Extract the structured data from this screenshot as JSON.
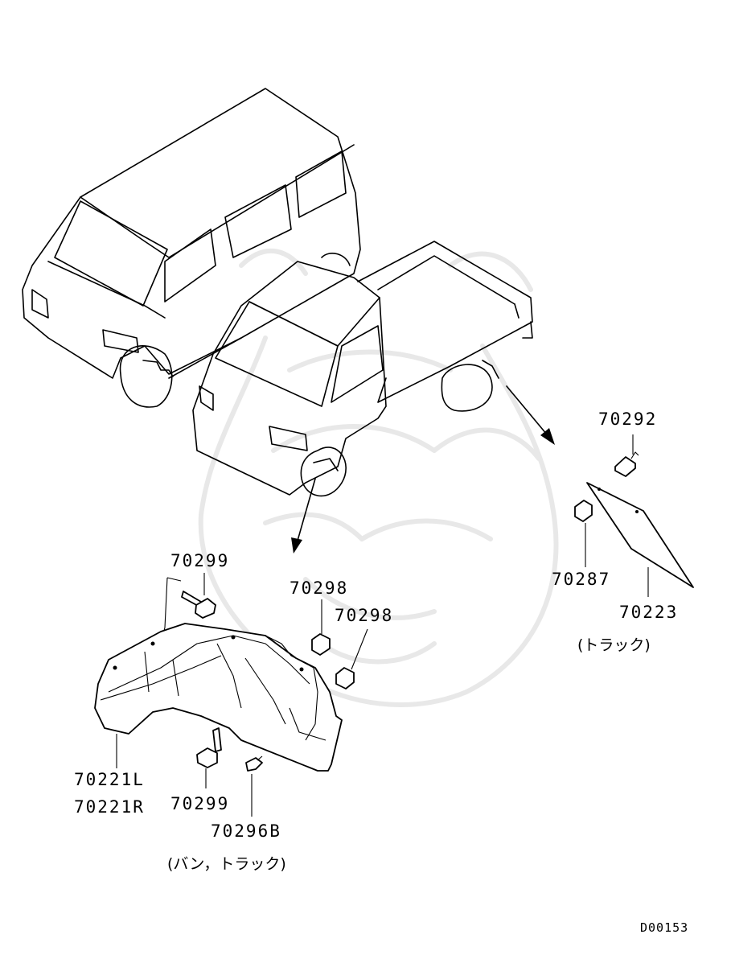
{
  "labels": {
    "p70292": "70292",
    "p70287": "70287",
    "p70223": "70223",
    "truck_note_right": "(トラック)",
    "p70299_top": "70299",
    "p70298_a": "70298",
    "p70298_b": "70298",
    "p70221L": "70221L",
    "p70221R": "70221R",
    "p70299_bottom": "70299",
    "p70296B": "70296B",
    "van_truck_note": "(バン，トラック)"
  },
  "diagram_code": "D00153"
}
